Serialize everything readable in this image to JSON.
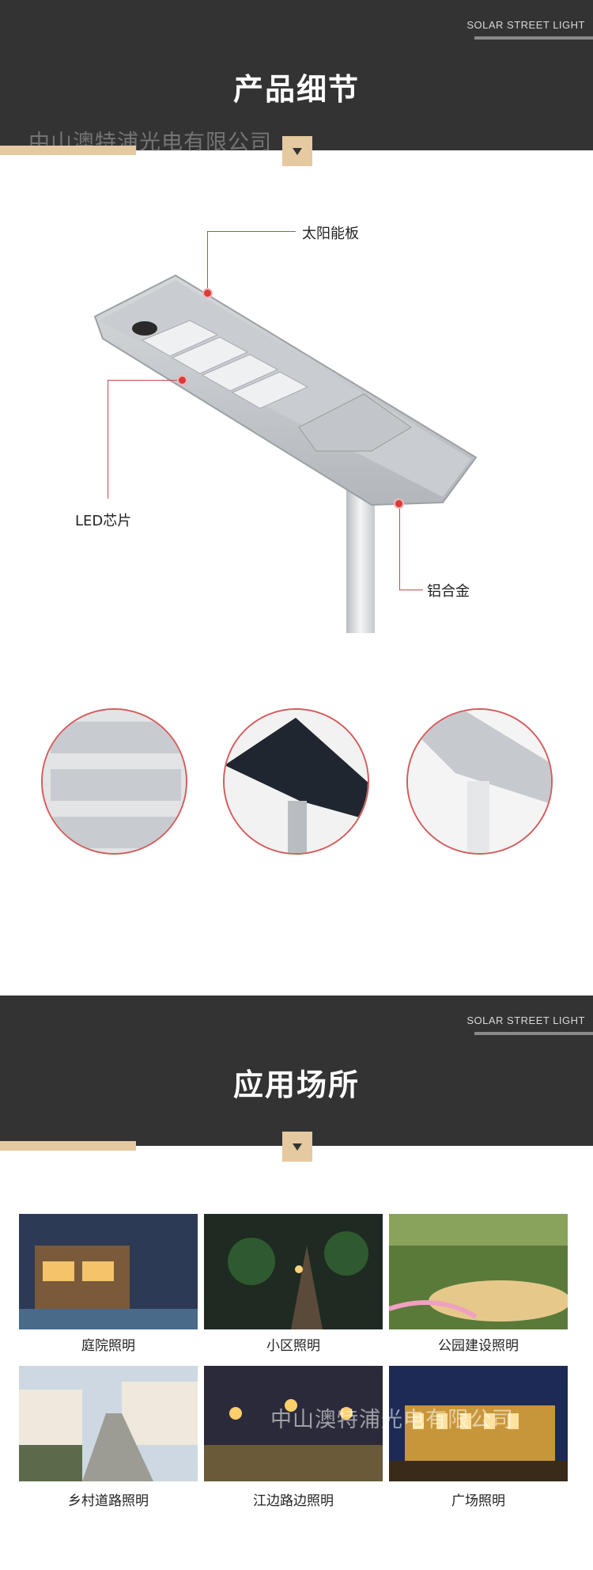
{
  "header": {
    "tag": "SOLAR STREET LIGHT",
    "title": "产品细节",
    "watermark": "中山澳特浦光电有限公司"
  },
  "product": {
    "callouts": [
      {
        "label": "太阳能板"
      },
      {
        "label": "LED芯片"
      },
      {
        "label": "铝合金"
      }
    ]
  },
  "section2": {
    "tag": "SOLAR STREET LIGHT",
    "title": "应用场所",
    "watermark": "中山澳特浦光电有限公司"
  },
  "applications": [
    {
      "label": "庭院照明",
      "icon": "villa-courtyard-photo"
    },
    {
      "label": "小区照明",
      "icon": "residential-area-photo"
    },
    {
      "label": "公园建设照明",
      "icon": "park-photo"
    },
    {
      "label": "乡村道路照明",
      "icon": "village-road-photo"
    },
    {
      "label": "江边路边照明",
      "icon": "riverside-road-photo"
    },
    {
      "label": "广场照明",
      "icon": "city-square-photo"
    }
  ],
  "colors": {
    "banner": "#333333",
    "gold": "#e5c9a0",
    "callout_red": "#d83a3a"
  }
}
